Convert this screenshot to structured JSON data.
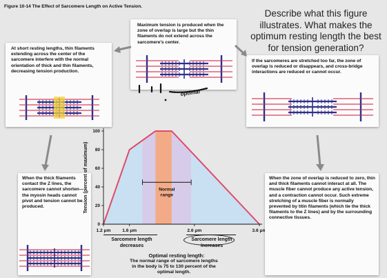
{
  "figure_title": "Figure 10-14 The Effect of Sarcomere Length on Active Tension.",
  "question": "Describe what this figure illustrates. What makes the optimum resting length the best for tension generation?",
  "panels": {
    "short": "At short resting lengths, thin filaments extending across the center of the sarcomere interfere with the normal orientation of thick and thin filaments, decreasing tension production.",
    "max": "Maximum tension is produced when the zone of overlap is large but the thin filaments do not extend across the sarcomere's center.",
    "stretched": "If the sarcomeres are stretched too far, the zone of overlap is reduced or disappears, and cross-bridge interactions are reduced or cannot occur.",
    "zlines": "When the thick filaments contact the Z lines, the sarcomere cannot shorten—the myosin heads cannot pivot and tension cannot be produced.",
    "zero": "When the zone of overlap is reduced to zero, thin and thick filaments cannot interact at all. The muscle fiber cannot produce any active tension, and a contraction cannot occur. Such extreme stretching of a muscle fiber is normally prevented by titin filaments (which tie the thick filaments to the Z lines) and by the surrounding connective tissues."
  },
  "annotations": {
    "optimal": "optimal"
  },
  "chart_data": {
    "type": "area",
    "ylabel": "Tension (percent of maximum)",
    "yticks": [
      0,
      20,
      40,
      60,
      80,
      100
    ],
    "ylim": [
      0,
      100
    ],
    "xticks": [
      {
        "x": 1.2,
        "label": "1.2 μm"
      },
      {
        "x": 1.6,
        "label": "1.6 μm"
      },
      {
        "x": 2.6,
        "label": "2.6 μm"
      },
      {
        "x": 3.6,
        "label": "3.6 μm"
      }
    ],
    "xlim": [
      1.2,
      3.6
    ],
    "x": [
      1.2,
      1.6,
      2.0,
      2.25,
      3.6
    ],
    "y": [
      0,
      80,
      100,
      100,
      0
    ],
    "normal_range_label": "Normal range",
    "decreases_label": "Sarcomere length decreases",
    "increases_label": "Sarcomere length increases",
    "optimal_title": "Optimal resting length:",
    "optimal_text": "The normal range of sarcomere lengths in the body is 75 to 130 percent of the optimal length."
  },
  "colors": {
    "area": "#c9e0f2",
    "optimal_band": "#f4a982",
    "normal_band": "#d9c6e6",
    "curve": "#e04a6a",
    "thin_filament": "#d9405a",
    "thick_filament": "#2e2f8a"
  }
}
